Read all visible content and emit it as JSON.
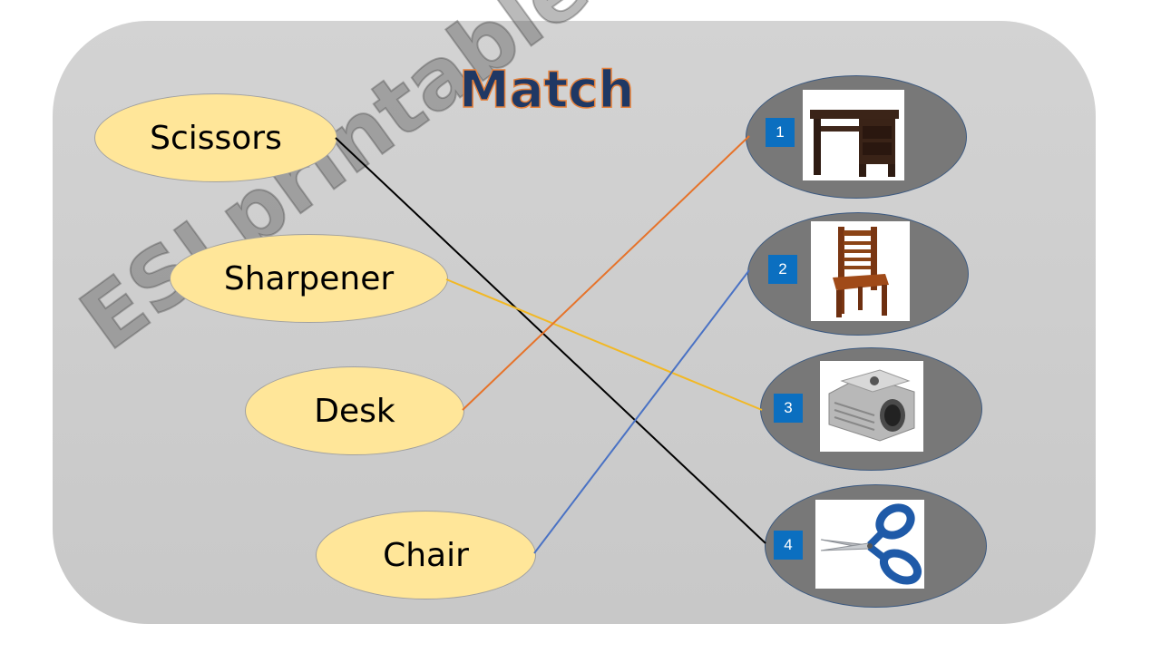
{
  "title": "Match",
  "watermark": "ESLprintables.com",
  "words": [
    "Scissors",
    "Sharpener",
    "Desk",
    "Chair"
  ],
  "pictures": [
    {
      "number": "1",
      "icon": "desk-icon"
    },
    {
      "number": "2",
      "icon": "chair-icon"
    },
    {
      "number": "3",
      "icon": "sharpener-icon"
    },
    {
      "number": "4",
      "icon": "scissors-icon"
    }
  ],
  "matches": [
    {
      "word": "Scissors",
      "number": "4",
      "color": "#000000"
    },
    {
      "word": "Sharpener",
      "number": "3",
      "color": "#f2b824"
    },
    {
      "word": "Desk",
      "number": "1",
      "color": "#e6732a"
    },
    {
      "word": "Chair",
      "number": "2",
      "color": "#4a72c4"
    }
  ],
  "colors": {
    "word_fill": "#ffe699",
    "picture_oval_fill": "#787878",
    "number_box": "#0b6fc0",
    "title_text": "#1f3864",
    "title_outline": "#e6813a"
  }
}
